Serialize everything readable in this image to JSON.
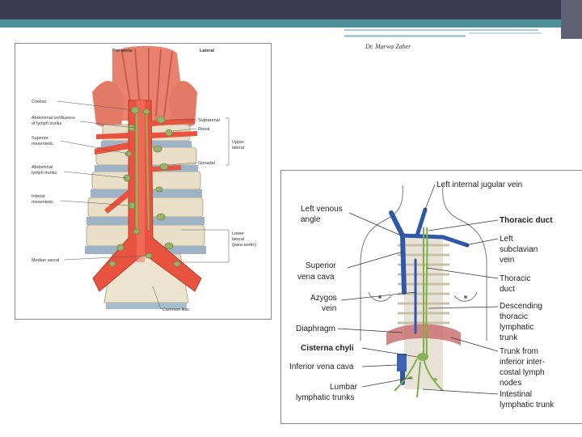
{
  "header": {
    "author": "Dr. Marwa Zaher"
  },
  "left_figure": {
    "top_labels": [
      "Pre-aorta",
      "Lateral"
    ],
    "left_labels": [
      "Coeliac",
      "Abdominal confluence",
      "of lymph trunks",
      "Superior",
      "mesenteric",
      "Abdominal",
      "lymph trunks",
      "Inferior",
      "mesenteric",
      "Median sacral"
    ],
    "right_labels": [
      "Suprarenal",
      "Renal",
      "Gonadal",
      "Upper",
      "lateral",
      "Lower",
      "lateral",
      "(para-aortic)",
      "Common iliac"
    ]
  },
  "right_figure": {
    "labels": {
      "left_internal_jugular_vein": "Left internal jugular vein",
      "left_venous_angle_1": "Left venous",
      "left_venous_angle_2": "angle",
      "thoracic_duct_bold": "Thoracic duct",
      "left_subclavian_1": "Left",
      "left_subclavian_2": "subclavian",
      "left_subclavian_3": "vein",
      "superior_vena_cava_1": "Superior",
      "superior_vena_cava_2": "vena cava",
      "thoracic_duct_1": "Thoracic",
      "thoracic_duct_2": "duct",
      "azygos_1": "Azygos",
      "azygos_2": "vein",
      "descending_1": "Descending",
      "descending_2": "thoracic",
      "descending_3": "lymphatic",
      "descending_4": "trunk",
      "diaphragm": "Diaphragm",
      "cisterna_chyli": "Cisterna chyli",
      "trunk_from_1": "Trunk from",
      "trunk_from_2": "inferior inter-",
      "trunk_from_3": "costal lymph",
      "trunk_from_4": "nodes",
      "inferior_vena_cava": "Inferior vena cava",
      "lumbar_1": "Lumbar",
      "lumbar_2": "lymphatic trunks",
      "intestinal_1": "Intestinal",
      "intestinal_2": "lymphatic trunk"
    }
  }
}
